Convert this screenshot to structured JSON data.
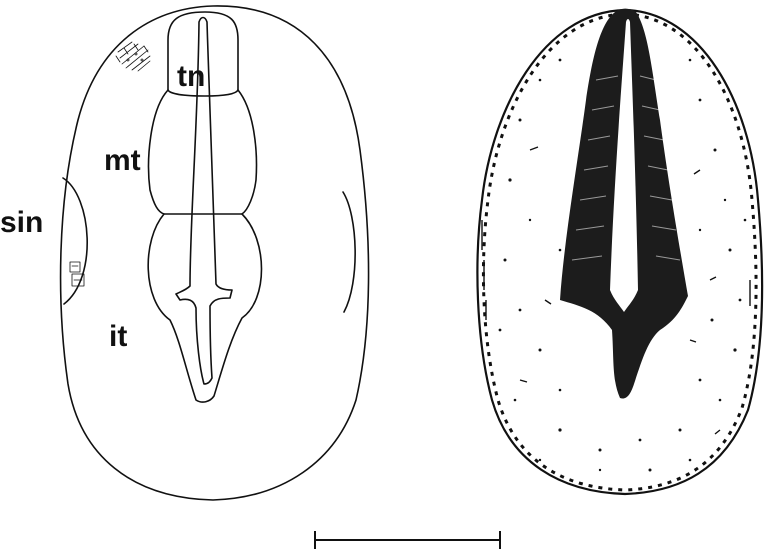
{
  "figure": {
    "labels": {
      "tn": "tn",
      "mt": "mt",
      "sin": "sin",
      "it": "it"
    },
    "colors": {
      "ink": "#111111",
      "background": "#ffffff"
    }
  }
}
